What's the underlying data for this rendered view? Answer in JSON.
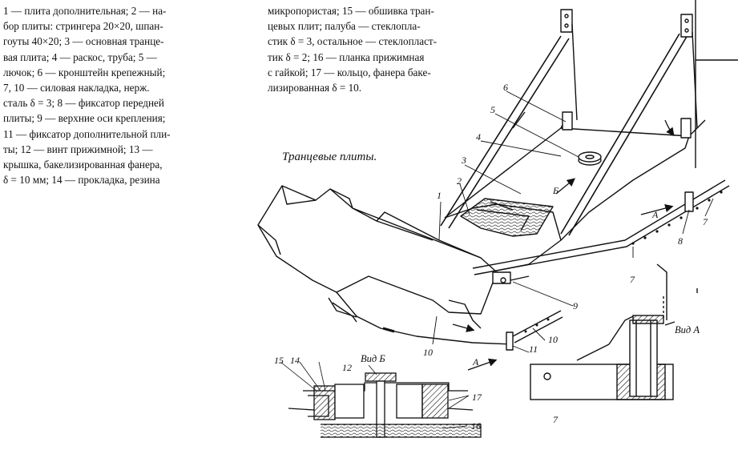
{
  "legend": {
    "left_lines": [
      "1 — плита дополнительная; 2 — на-",
      "бор плиты: стрингера 20×20, шпан-",
      "гоуты 40×20; 3 — основная транце-",
      "вая плита; 4 — раскос, труба; 5 —",
      "лючок; 6 — кронштейн крепежный;",
      "7, 10 — силовая накладка, нерж.",
      "сталь δ = 3; 8 — фиксатор передней",
      "плиты; 9 — верхние оси крепления;",
      "11 — фиксатор дополнительной пли-",
      "ты; 12 — винт прижимной; 13 —",
      "крышка, бакелизированная фанера,",
      "δ = 10 мм; 14 — прокладка, резина"
    ],
    "right_lines": [
      "микропористая; 15 — обшивка тран-",
      "цевых плит; палуба — стеклопла-",
      "стик δ = 3, остальное — стеклопласт-",
      "тик δ = 2; 16 — планка прижимная",
      "с гайкой; 17 — кольцо, фанера баке-",
      "лизированная δ = 10."
    ]
  },
  "diagram": {
    "title": "Транцевые плиты.",
    "callouts": {
      "c1": "1",
      "c2": "2",
      "c3": "3",
      "c4": "4",
      "c5": "5",
      "c6": "6",
      "c7a": "7",
      "c7b": "7",
      "c7c": "7",
      "c8": "8",
      "c9": "9",
      "c10a": "10",
      "c10b": "10",
      "c11": "11",
      "c12": "12",
      "c14": "14",
      "c15": "15",
      "c16": "16",
      "c17": "17",
      "arrowA1": "А",
      "arrowA2": "А",
      "arrowB": "Б"
    },
    "view_b_label": "Вид Б",
    "view_a_label": "Вид А"
  }
}
